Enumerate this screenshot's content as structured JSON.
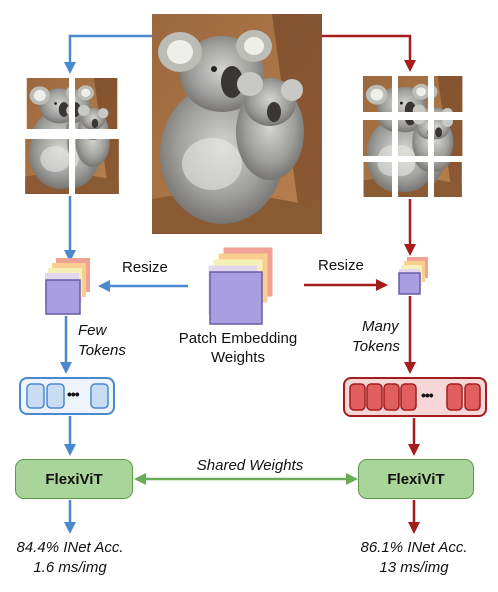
{
  "diagram": {
    "left_resize_label": "Resize",
    "right_resize_label": "Resize",
    "center_label_line1": "Patch Embedding",
    "center_label_line2": "Weights",
    "left_tokens_line1": "Few",
    "left_tokens_line2": "Tokens",
    "right_tokens_line1": "Many",
    "right_tokens_line2": "Tokens",
    "left_model_label": "FlexiViT",
    "right_model_label": "FlexiViT",
    "shared_label": "Shared Weights",
    "left_result_line1": "84.4% INet Acc.",
    "left_result_line2": "1.6 ms/img",
    "right_result_line1": "86.1% INet Acc.",
    "right_result_line2": "13 ms/img",
    "ellipsis": "•••"
  },
  "colors": {
    "blue": "#4a88d0",
    "red": "#a41c1c",
    "green": "#6aab55",
    "green_fill": "#a9d59a",
    "purple": "#a89ee0",
    "left_token_fill": "#c8dcf4",
    "right_token_fill": "#e06060"
  }
}
